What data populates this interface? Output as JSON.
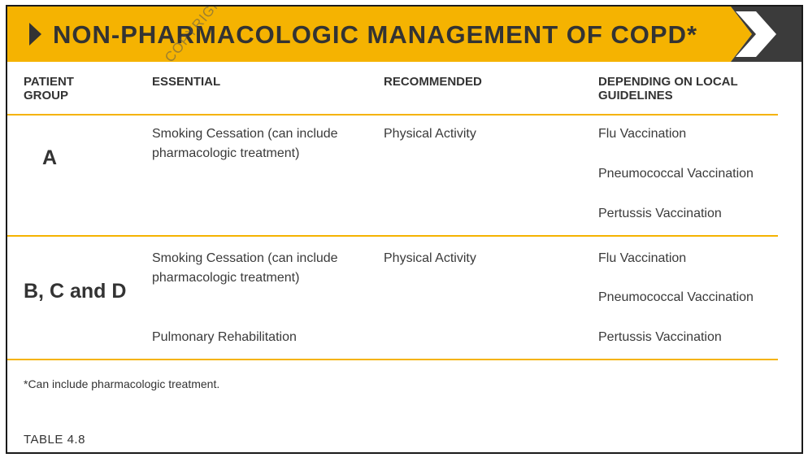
{
  "title": "NON-PHARMACOLOGIC MANAGEMENT OF COPD*",
  "watermark": "COPYRIGHT MATERIAL",
  "colors": {
    "accent": "#f5b301",
    "chevron": "#3b3b3b",
    "text": "#333333"
  },
  "headers": {
    "group": "PATIENT GROUP",
    "essential": "ESSENTIAL",
    "recommended": "RECOMMENDED",
    "local": "DEPENDING ON LOCAL GUIDELINES"
  },
  "rows": [
    {
      "group": "A",
      "essential": [
        "Smoking Cessation (can include pharmacologic treatment)"
      ],
      "recommended": "Physical Activity",
      "local": [
        "Flu Vaccination",
        "Pneumococcal Vaccination",
        "Pertussis Vaccination"
      ]
    },
    {
      "group": "B, C and D",
      "essential": [
        "Smoking Cessation (can include pharmacologic treatment)",
        "Pulmonary Rehabilitation"
      ],
      "recommended": "Physical Activity",
      "local": [
        "Flu Vaccination",
        "Pneumococcal Vaccination",
        "Pertussis Vaccination"
      ]
    }
  ],
  "footnote": "*Can include pharmacologic treatment.",
  "table_label": "TABLE 4.8"
}
